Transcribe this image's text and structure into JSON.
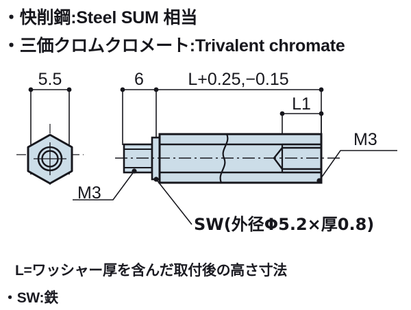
{
  "title": "Hex spacer / standoff technical drawing",
  "material_specs": [
    {
      "id": "steel",
      "text": "・快削鋼:Steel SUM 相当"
    },
    {
      "id": "chromate",
      "text": "・三価クロムクロメート:Trivalent chromate"
    }
  ],
  "dimensions": {
    "across_flats": "5.5",
    "stud_length": "6",
    "body_length": "L+0.25,−0.15",
    "thread_depth": "L1"
  },
  "callouts": {
    "male_thread": "M3",
    "female_thread": "M3",
    "washer": "SW(外径Φ5.2×厚0.8)"
  },
  "notes": [
    {
      "id": "note-l",
      "text": "L=ワッシャー厚を含んだ取付後の高さ寸法"
    },
    {
      "id": "note-sw",
      "text": "・SW:鉄"
    }
  ],
  "colors": {
    "part_fill": "#ccdde8",
    "part_fill_light": "#dbe8f0",
    "outline": "#17171d",
    "text": "#17171d",
    "background": "#ffffff"
  },
  "views": {
    "end_view_label": "hexagon-end-view",
    "side_view_label": "side-section-view"
  }
}
